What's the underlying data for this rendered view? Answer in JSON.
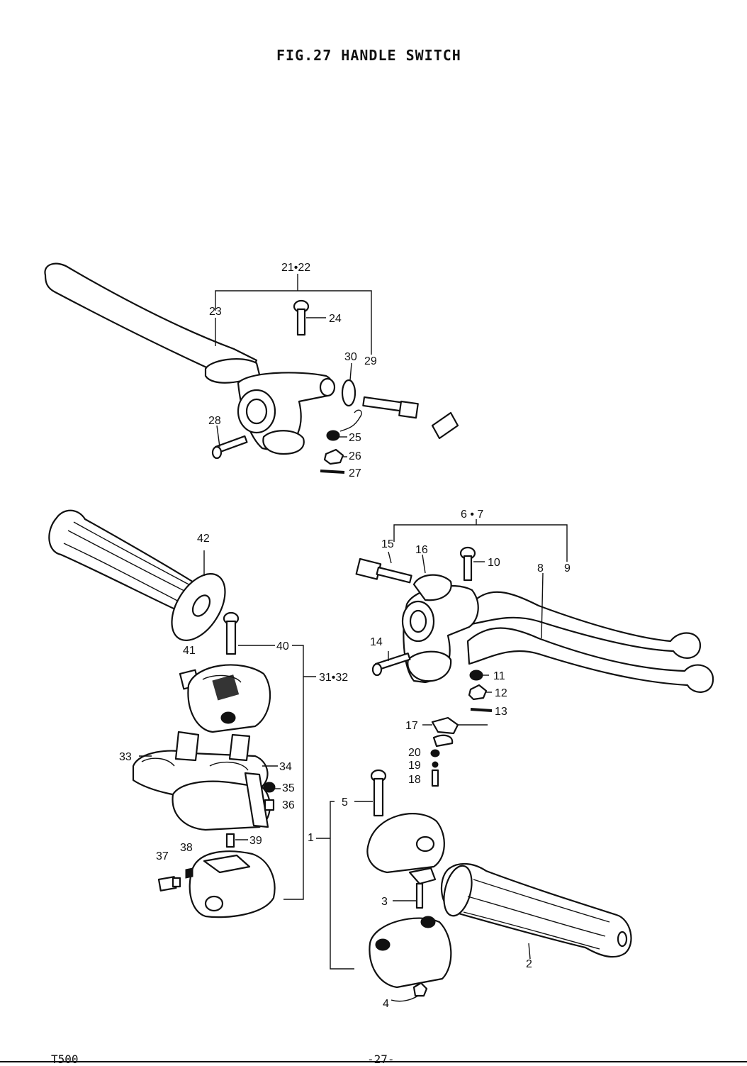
{
  "title": "FIG.27  HANDLE SWITCH",
  "footer": {
    "model": "T500",
    "page": "-27-"
  },
  "labels": {
    "l1": "1",
    "l2": "2",
    "l3": "3",
    "l4": "4",
    "l5": "5",
    "l6_7": "6 • 7",
    "l8": "8",
    "l9": "9",
    "l10": "10",
    "l11": "11",
    "l12": "12",
    "l13": "13",
    "l14": "14",
    "l15": "15",
    "l16": "16",
    "l17": "17",
    "l18": "18",
    "l19": "19",
    "l20": "20",
    "l21_22": "21•22",
    "l23": "23",
    "l24": "24",
    "l25": "25",
    "l26": "26",
    "l27": "27",
    "l28": "28",
    "l29": "29",
    "l30": "30",
    "l31_32": "31•32",
    "l33": "33",
    "l34": "34",
    "l35": "35",
    "l36": "36",
    "l37": "37",
    "l38": "38",
    "l39": "39",
    "l40": "40",
    "l41": "41",
    "l42": "42"
  }
}
